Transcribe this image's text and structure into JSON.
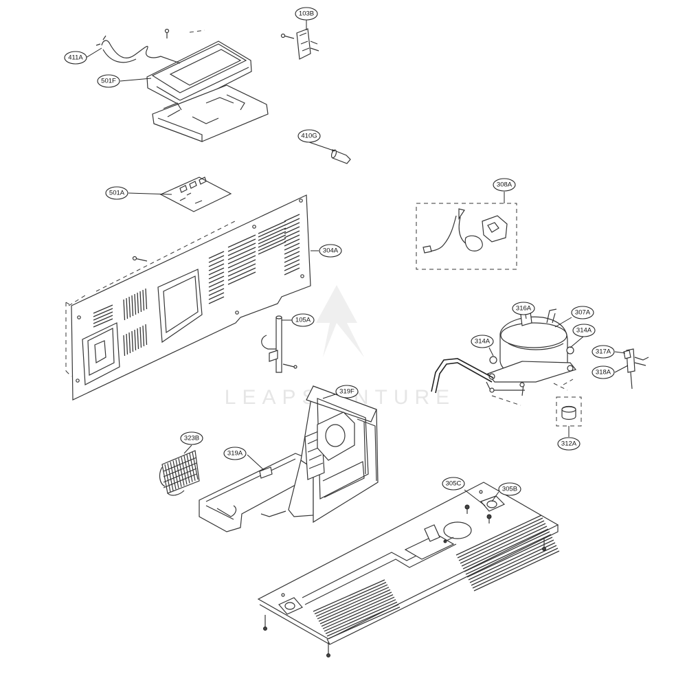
{
  "watermark": {
    "text": "LEAPS ENTURE"
  },
  "callouts": [
    {
      "id": "103B"
    },
    {
      "id": "411A"
    },
    {
      "id": "501F"
    },
    {
      "id": "410G"
    },
    {
      "id": "501A"
    },
    {
      "id": "308A"
    },
    {
      "id": "304A"
    },
    {
      "id": "316A"
    },
    {
      "id": "307A"
    },
    {
      "id": "105A"
    },
    {
      "id": "314A"
    },
    {
      "id": "314A"
    },
    {
      "id": "317A"
    },
    {
      "id": "318A"
    },
    {
      "id": "319F"
    },
    {
      "id": "312A"
    },
    {
      "id": "323B"
    },
    {
      "id": "319A"
    },
    {
      "id": "305C"
    },
    {
      "id": "305B"
    }
  ]
}
